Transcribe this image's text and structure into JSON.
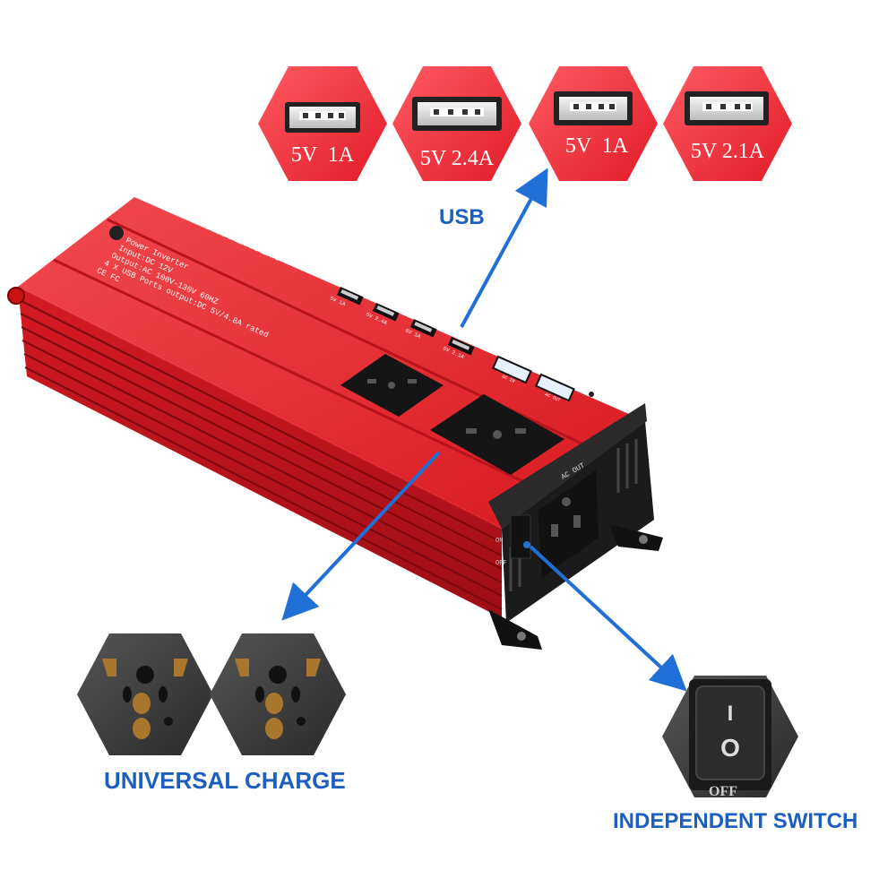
{
  "usb_ports": [
    {
      "rating": "5V  1A"
    },
    {
      "rating": "5V 2.4A"
    },
    {
      "rating": "5V  1A"
    },
    {
      "rating": "5V 2.1A"
    }
  ],
  "labels": {
    "usb": "USB",
    "universal_charge": "UNIVERSAL CHARGE",
    "independent_switch": "INDEPENDENT SWITCH"
  },
  "device": {
    "brand": "POWER INVERTER",
    "spec_lines": [
      "Power Inverter",
      "Input:DC 12V",
      "Output:AC 100V-130V 60HZ",
      "4 X USB Ports output:DC 5V/4.8A rated"
    ],
    "cert": "CE FC",
    "port_labels": [
      "5V 1A",
      "5V 2.4A",
      "5V 1A",
      "5V 2.1A"
    ],
    "display_in": "DC IN",
    "display_out": "AC OUT",
    "front_label": "AC OUT",
    "switch_on": "ON",
    "switch_off": "OFF"
  },
  "switch_closeup": {
    "on_mark": "I",
    "off_mark": "O",
    "off_text": "OFF"
  },
  "colors": {
    "accent_blue": "#1f6fd6",
    "body_red": "#e0202a",
    "label_blue": "#1d5fc0"
  }
}
